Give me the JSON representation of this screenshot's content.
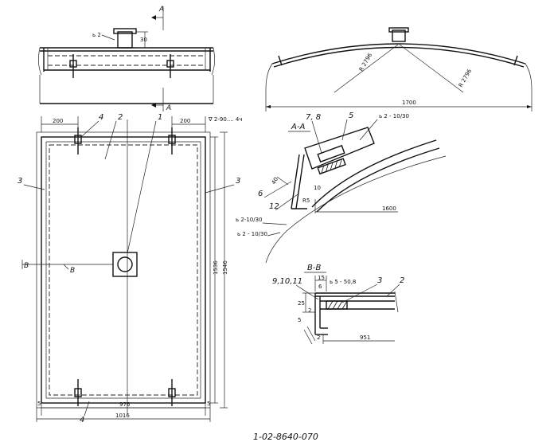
{
  "drawing_number": "1-02-8640-070",
  "views": {
    "section_a_cut": {
      "letter_top": "A",
      "letter_bottom": "A"
    },
    "plan": {
      "section_b_left": "B",
      "section_b_right": "B",
      "dim_width_outer": "1016",
      "dim_width_inner": "976",
      "dim_height_outer": "1546",
      "dim_height_inner": "1536",
      "dim_left_offset": "200",
      "dim_right_offset": "200",
      "weld_note": "∇ 2-90.... 4ч",
      "dim_edge_left": "5",
      "dim_edge_right": "5"
    },
    "side_view": {
      "weld_note": "ь 2",
      "dim_nozzle": "30"
    },
    "roof": {
      "radius_left": "R 2796",
      "radius_right": "R 2796",
      "span": "1700"
    },
    "section_aa": {
      "title": "А-А",
      "weld_top": "ь 2 - 10/30",
      "weld_mid": "ь 2-10/30",
      "weld_bottom": "ь 2 - 10/30",
      "dim_40": "40",
      "dim_10": "10",
      "dim_r": "R5",
      "dim_1600": "1600"
    },
    "section_bb": {
      "title": "В-В",
      "dim_15": "15",
      "dim_6": "6",
      "dim_25": "25",
      "dim_2": "2",
      "dim_5": "5",
      "dim_2b": "2",
      "dim_951": "951",
      "weld": "ь 5 - 50,8"
    }
  },
  "callouts": {
    "p1": "1",
    "p2": "2",
    "p3_left": "3",
    "p3_right": "3",
    "p4_top": "4",
    "p4_bottom": "4",
    "p5": "5",
    "p6": "6",
    "p78": "7, 8",
    "p12": "12",
    "p9_10_11": "9,10,11",
    "bb_3": "3",
    "bb_2": "2"
  }
}
